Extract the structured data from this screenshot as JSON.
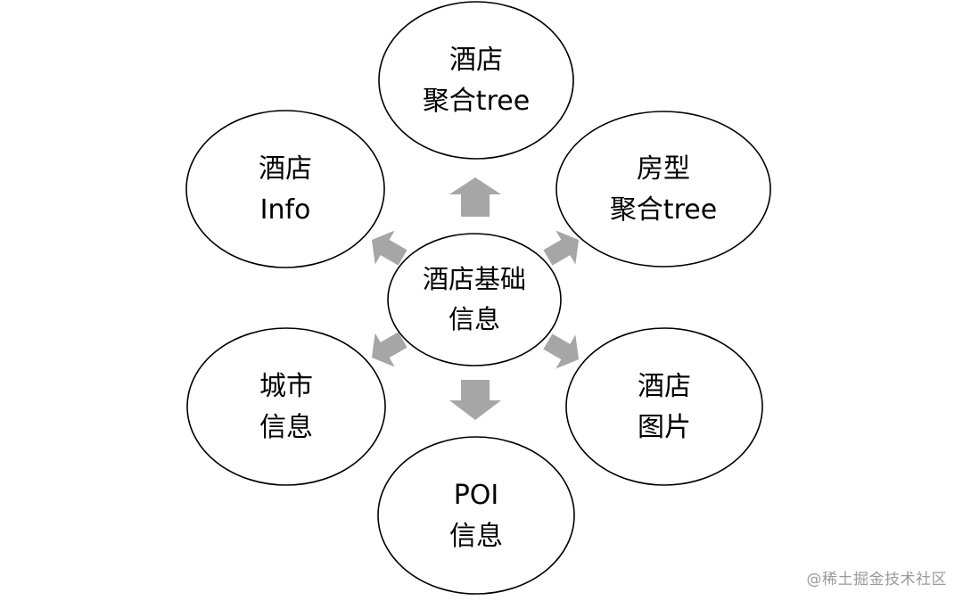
{
  "diagram": {
    "center": {
      "line1": "酒店基础",
      "line2": "信息"
    },
    "nodes": {
      "top": {
        "line1": "酒店",
        "line2": "聚合tree"
      },
      "upper_right": {
        "line1": "房型",
        "line2": "聚合tree"
      },
      "lower_right": {
        "line1": "酒店",
        "line2": "图片"
      },
      "bottom": {
        "line1": "POI",
        "line2": "信息"
      },
      "lower_left": {
        "line1": "城市",
        "line2": "信息"
      },
      "upper_left": {
        "line1": "酒店",
        "line2": "Info"
      }
    },
    "arrow_color": "#a6a6a6"
  },
  "watermark": "@稀土掘金技术社区"
}
